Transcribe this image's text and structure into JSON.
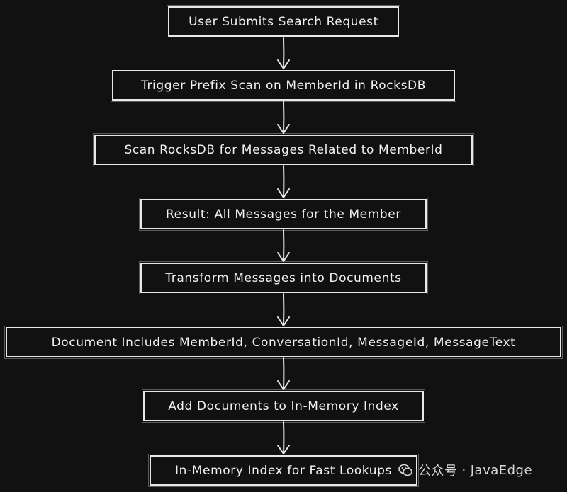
{
  "diagram": {
    "nodes": [
      {
        "id": "n1",
        "label": "User Submits Search Request"
      },
      {
        "id": "n2",
        "label": "Trigger Prefix Scan on MemberId in RocksDB"
      },
      {
        "id": "n3",
        "label": "Scan RocksDB for Messages Related to MemberId"
      },
      {
        "id": "n4",
        "label": "Result: All Messages for the Member"
      },
      {
        "id": "n5",
        "label": "Transform Messages into Documents"
      },
      {
        "id": "n6",
        "label": "Document Includes MemberId, ConversationId, MessageId, MessageText"
      },
      {
        "id": "n7",
        "label": "Add Documents to In-Memory Index"
      },
      {
        "id": "n8",
        "label": "In-Memory Index for Fast Lookups"
      }
    ],
    "edges": [
      {
        "from": "n1",
        "to": "n2"
      },
      {
        "from": "n2",
        "to": "n3"
      },
      {
        "from": "n3",
        "to": "n4"
      },
      {
        "from": "n4",
        "to": "n5"
      },
      {
        "from": "n5",
        "to": "n6"
      },
      {
        "from": "n6",
        "to": "n7"
      },
      {
        "from": "n7",
        "to": "n8"
      }
    ]
  },
  "watermark": {
    "icon": "wechat-icon",
    "account_label": "公众号",
    "separator": "·",
    "name": "JavaEdge"
  },
  "colors": {
    "background": "#111111",
    "stroke": "#e8e8e8",
    "text": "#f2f2f2"
  }
}
